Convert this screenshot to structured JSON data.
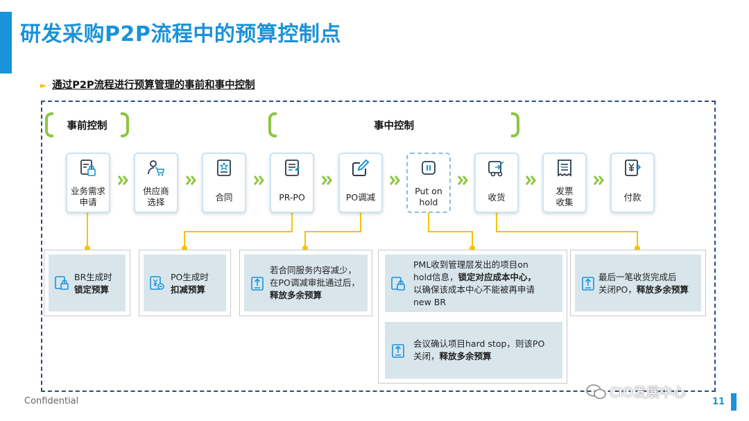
{
  "page": {
    "title": "研发采购P2P流程中的预算控制点",
    "subtitle": "通过P2P流程进行预算管理的事前和事中控制",
    "footer": "Confidential",
    "page_number": "11",
    "watermark": "CIO发展中心"
  },
  "phases": {
    "pre": "事前控制",
    "during": "事中控制"
  },
  "steps": [
    {
      "line1": "业务需求",
      "line2": "申请",
      "icon": "request-form-icon"
    },
    {
      "line1": "供应商",
      "line2": "选择",
      "icon": "supplier-cart-icon"
    },
    {
      "line1": "合同",
      "line2": "",
      "icon": "contract-icon"
    },
    {
      "line1": "PR-PO",
      "line2": "",
      "icon": "purchase-order-icon"
    },
    {
      "line1": "PO调减",
      "line2": "",
      "icon": "edit-icon"
    },
    {
      "line1": "Put on",
      "line2": "hold",
      "icon": "pause-icon"
    },
    {
      "line1": "收货",
      "line2": "",
      "icon": "delivery-truck-icon"
    },
    {
      "line1": "发票",
      "line2": "收集",
      "icon": "invoice-icon"
    },
    {
      "line1": "付款",
      "line2": "",
      "icon": "payment-icon"
    }
  ],
  "notes": {
    "br": {
      "l1": "BR生成时",
      "l2": "锁定预算"
    },
    "po": {
      "l1": "PO生成时",
      "l2": "扣减预算"
    },
    "contract": {
      "l1": "若合同服务内容减少，",
      "l2": "在PO调减审批通过后，",
      "l3": "释放多余预算"
    },
    "hold": {
      "l1": "PML收到管理层发出的项目on",
      "l2a": "hold信息，",
      "l2b": "锁定对应成本中心，",
      "l3": "以确保该成本中心不能被再申请",
      "l4": "new BR"
    },
    "meeting": {
      "l1": "会议确认项目hard stop，则该PO",
      "l2a": "关闭，",
      "l2b": "释放多余预算"
    },
    "last": {
      "l1": "最后一笔收货完成后",
      "l2a": "关闭PO，",
      "l2b": "释放多余预算"
    }
  },
  "colors": {
    "brand_blue": "#1a93d8",
    "phase_green": "#8dc63f",
    "connector_yellow": "#f5c400",
    "note_bg": "#d8e6ec",
    "frame_navy": "#2b4a7c"
  }
}
